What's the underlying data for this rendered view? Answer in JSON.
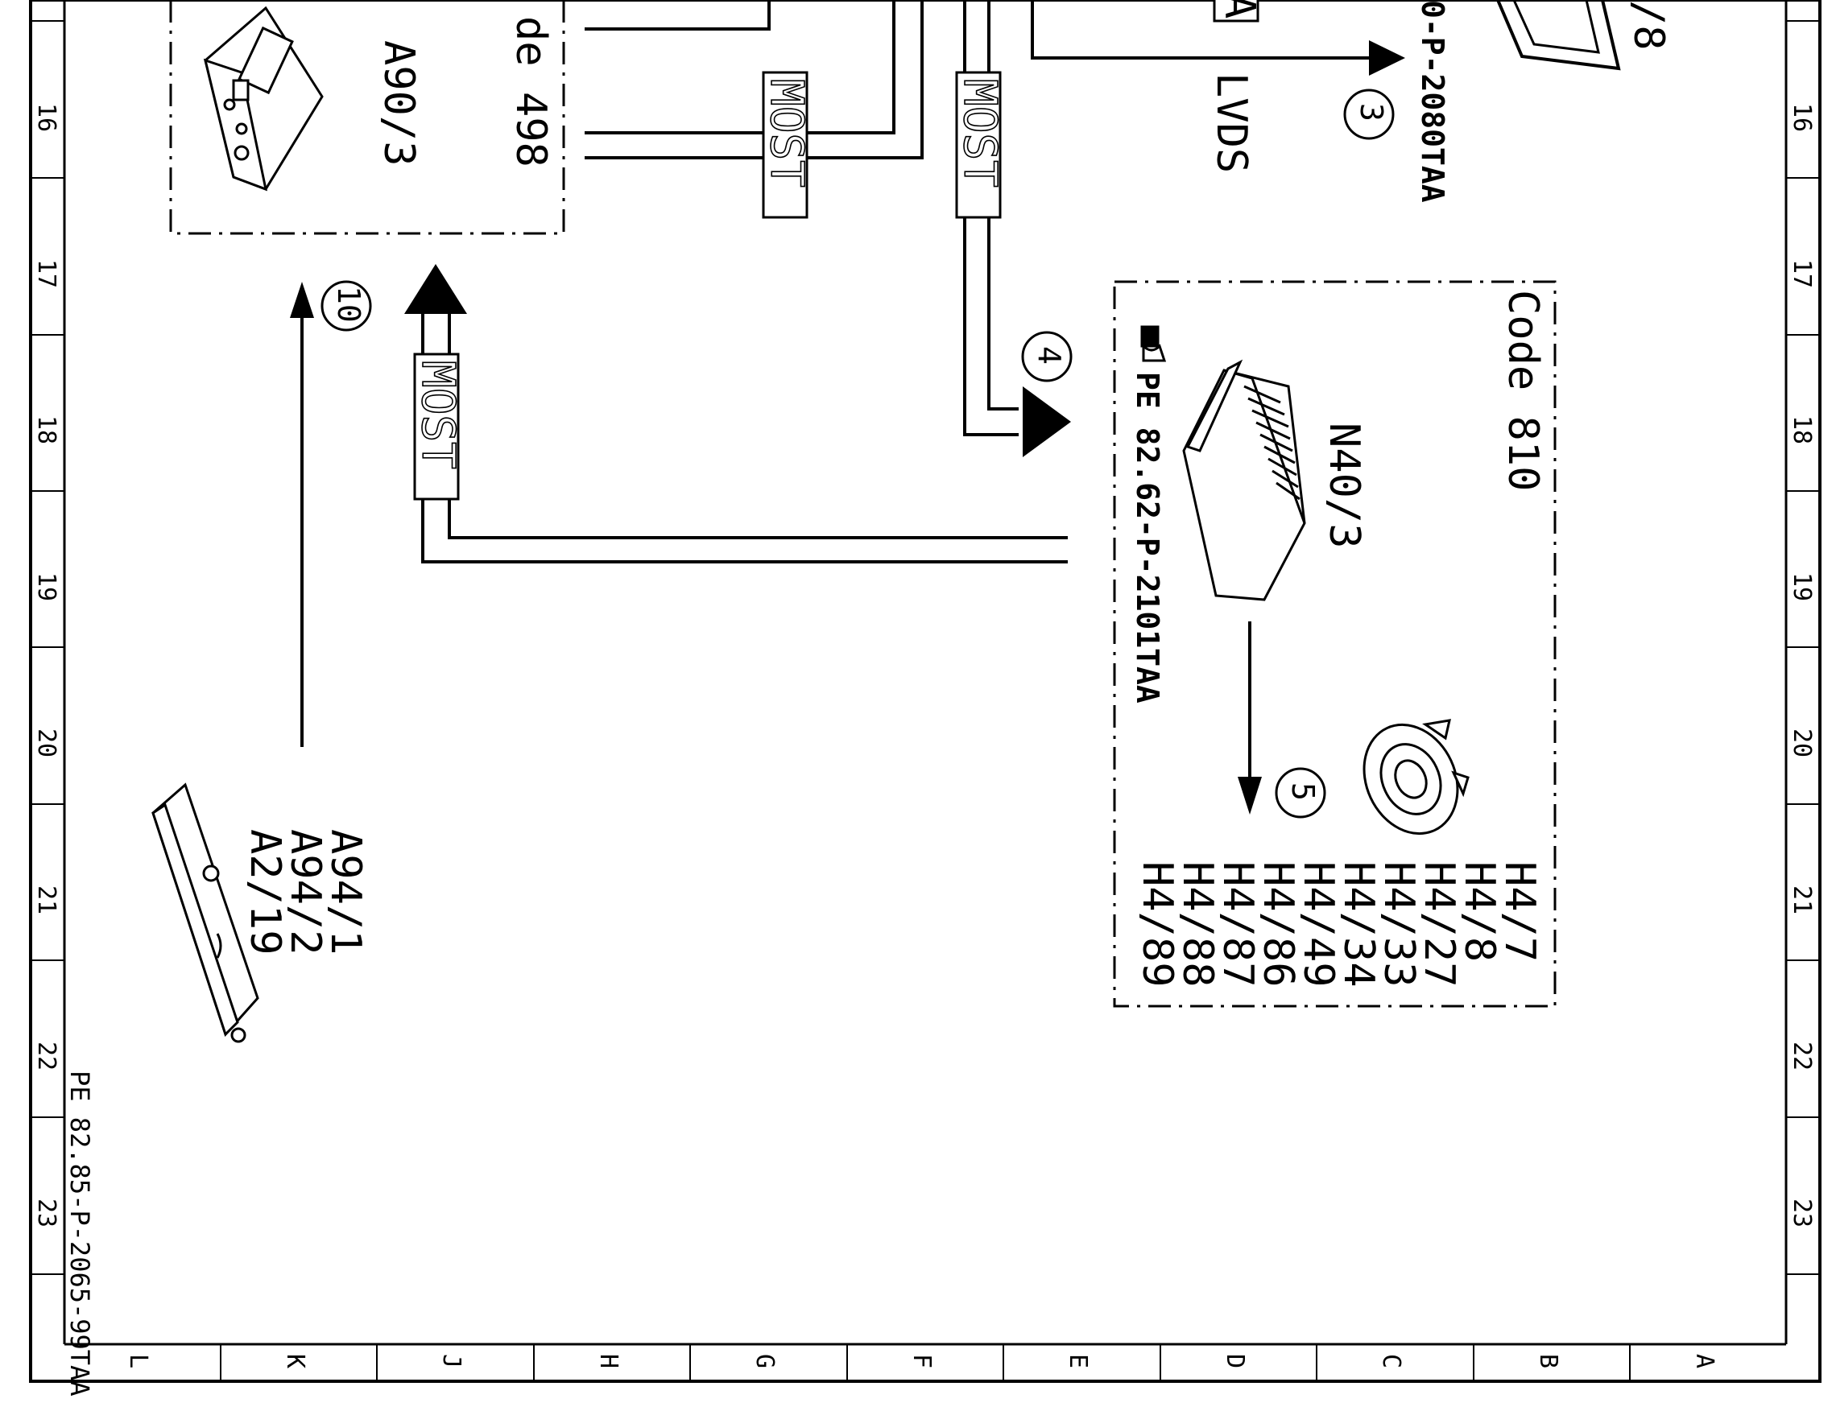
{
  "diagram": {
    "components": {
      "a90_3": {
        "label": "A90/3",
        "code_partial": "de 498"
      },
      "n40_3": {
        "label": "N40/3",
        "code": "Code 810",
        "ref": "PE 82.62-P-2101TAA"
      },
      "antenna": {
        "labels": [
          "A94/1",
          "A94/2",
          "A2/19"
        ]
      },
      "speakers": {
        "labels": [
          "H4/7",
          "H4/8",
          "H4/27",
          "H4/33",
          "H4/34",
          "H4/49",
          "H4/86",
          "H4/87",
          "H4/88",
          "H4/89"
        ]
      },
      "display_partial": {
        "label": "/8",
        "ref": "0-P-2080TAA",
        "box_char": "A"
      }
    },
    "bus_labels": {
      "most_1": "MOST",
      "most_2": "MOST",
      "most_3": "MOST",
      "lvds": "LVDS"
    },
    "callouts": {
      "c3": "3",
      "c4": "4",
      "c5": "5",
      "c10": "10"
    },
    "doc_ref": "PE 82.85-P-2065-99TAA",
    "frame": {
      "left_row_numbers": [
        "16",
        "17",
        "18",
        "19",
        "20",
        "21",
        "22",
        "23"
      ],
      "right_row_numbers": [
        "16",
        "17",
        "18",
        "19",
        "20",
        "21",
        "22",
        "23"
      ],
      "bottom_letters": [
        "L",
        "K",
        "J",
        "H",
        "G",
        "F",
        "E",
        "D",
        "C",
        "B",
        "A"
      ]
    }
  }
}
